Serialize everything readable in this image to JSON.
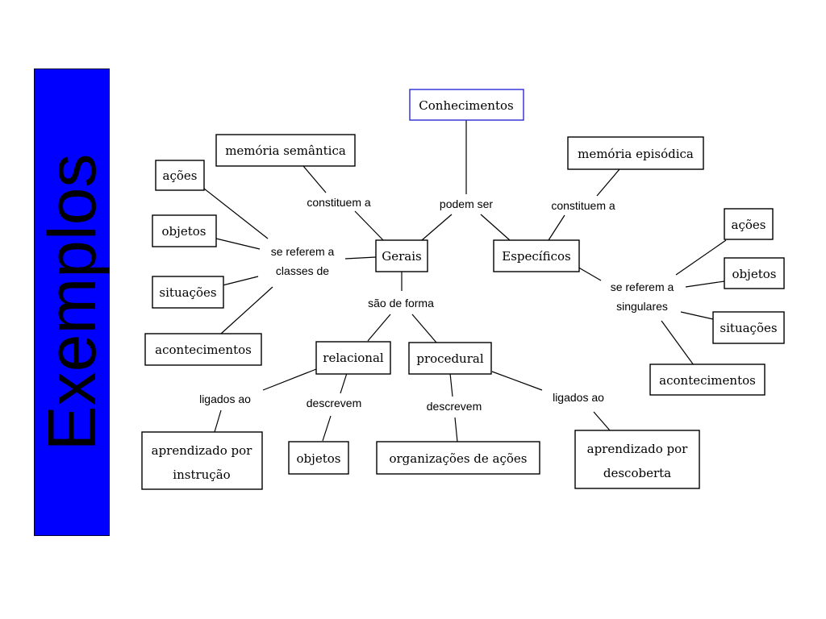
{
  "sidebar": {
    "title": "Exemplos",
    "color": "#0000ff"
  },
  "root": {
    "label": "Conhecimentos",
    "border_color": "#2a2ad8"
  },
  "concepts": {
    "gerais": "Gerais",
    "especificos": "Específicos",
    "memoria_semantica": "memória semântica",
    "memoria_episodica": "memória episódica",
    "acoes_gerais": "ações",
    "objetos_gerais": "objetos",
    "situacoes_gerais": "situações",
    "acontecimentos_gerais": "acontecimentos",
    "relacional": "relacional",
    "procedural": "procedural",
    "aprendizado_instrucao": [
      "aprendizado por",
      "instrução"
    ],
    "objetos_descritos": "objetos",
    "organizacoes_acoes": "organizações de ações",
    "aprendizado_descoberta": [
      "aprendizado por",
      "descoberta"
    ],
    "acoes_especificos": "ações",
    "objetos_especificos": "objetos",
    "situacoes_especificos": "situações",
    "acontecimentos_especificos": "acontecimentos"
  },
  "links": {
    "podem_ser": "podem ser",
    "constituem_a_gerais": "constituem a",
    "constituem_a_especificos": "constituem a",
    "se_referem_classes": [
      "se referem a",
      "classes de"
    ],
    "se_referem_singulares": [
      "se referem a",
      "singulares"
    ],
    "sao_de_forma": "são de forma",
    "ligados_ao_relacional": "ligados ao",
    "descrevem_relacional": "descrevem",
    "descrevem_procedural": "descrevem",
    "ligados_ao_procedural": "ligados ao"
  }
}
